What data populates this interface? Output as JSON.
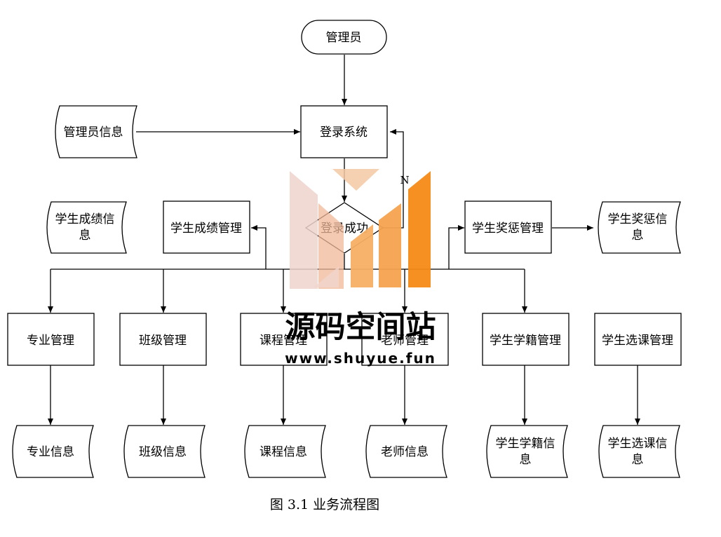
{
  "diagram": {
    "start": "管理员",
    "admin_info": "管理员信息",
    "login": "登录系统",
    "decision": "登录成功",
    "no_label": "N",
    "score_info": [
      "学生成绩信",
      "息"
    ],
    "score_mgmt": "学生成绩管理",
    "reward_mgmt": "学生奖惩管理",
    "reward_info": [
      "学生奖惩信",
      "息"
    ],
    "modules": [
      {
        "name": "专业管理",
        "doc": [
          "专业信息"
        ]
      },
      {
        "name": "班级管理",
        "doc": [
          "班级信息"
        ]
      },
      {
        "name": "课程管理",
        "doc": [
          "课程信息"
        ]
      },
      {
        "name": "老师管理",
        "doc": [
          "老师信息"
        ]
      },
      {
        "name": "学生学籍管理",
        "doc": [
          "学生学籍信",
          "息"
        ]
      },
      {
        "name": "学生选课管理",
        "doc": [
          "学生选课信",
          "息"
        ]
      }
    ]
  },
  "caption": "图 3.1 业务流程图",
  "watermark": {
    "title": "源码空间站",
    "url": "www.shuyue.fun"
  }
}
